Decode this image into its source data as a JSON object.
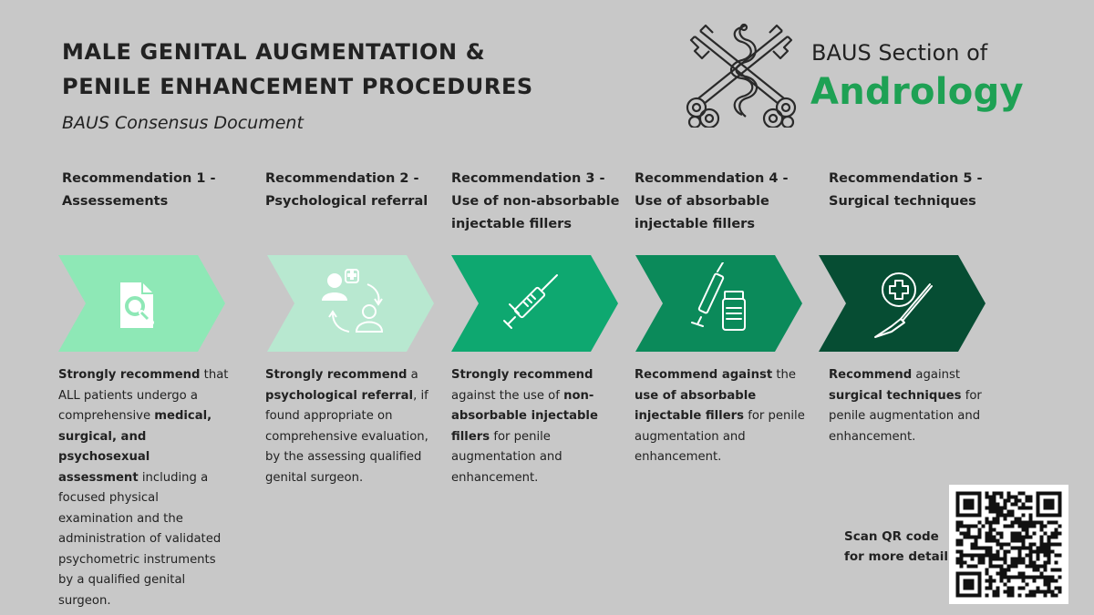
{
  "header": {
    "title_line1": "MALE GENITAL AUGMENTATION &",
    "title_line2": "PENILE ENHANCEMENT PROCEDURES",
    "subtitle": "BAUS Consensus Document"
  },
  "brand": {
    "section_text": "BAUS Section of",
    "name": "Andrology",
    "logo_icon": "crossed-keys-serpent-emblem"
  },
  "recommendations": [
    {
      "heading_lines": [
        "Recommendation 1 -",
        "Assessements"
      ],
      "icon": "document-search-icon",
      "color": "#8ee8b6",
      "body": [
        {
          "t": "Strongly recommend",
          "b": true
        },
        {
          "t": " that ALL patients undergo a comprehensive ",
          "b": false
        },
        {
          "t": "medical, surgical, and psychosexual assessment",
          "b": true
        },
        {
          "t": " including a focused physical examination and the administration of validated psychometric instruments by a qualified genital surgeon.",
          "b": false
        }
      ]
    },
    {
      "heading_lines": [
        "Recommendation 2 -",
        "Psychological referral"
      ],
      "icon": "people-referral-cycle-icon",
      "color": "#b8e8d0",
      "body": [
        {
          "t": "Strongly recommend",
          "b": true
        },
        {
          "t": " a ",
          "b": false
        },
        {
          "t": "psychological referral",
          "b": true
        },
        {
          "t": ", if found appropriate on comprehensive evaluation, by the assessing qualified genital surgeon.",
          "b": false
        }
      ]
    },
    {
      "heading_lines": [
        "Recommendation 3 -",
        "Use of non-absorbable",
        "injectable fillers"
      ],
      "icon": "syringe-icon",
      "color": "#0ea870",
      "body": [
        {
          "t": "Strongly recommend",
          "b": true
        },
        {
          "t": " against the use of ",
          "b": false
        },
        {
          "t": "non-absorbable injectable fillers",
          "b": true
        },
        {
          "t": " for penile augmentation and enhancement.",
          "b": false
        }
      ]
    },
    {
      "heading_lines": [
        "Recommendation 4 -",
        "Use of absorbable",
        "injectable fillers"
      ],
      "icon": "syringe-vial-icon",
      "color": "#0b8a5a",
      "body": [
        {
          "t": "Recommend against",
          "b": true
        },
        {
          "t": " the ",
          "b": false
        },
        {
          "t": "use of absorbable injectable fillers",
          "b": true
        },
        {
          "t": " for penile augmentation and enhancement.",
          "b": false
        }
      ]
    },
    {
      "heading_lines": [
        "Recommendation 5 -",
        "Surgical techniques"
      ],
      "icon": "scalpel-medical-cross-icon",
      "color": "#064d33",
      "body": [
        {
          "t": "Recommend",
          "b": true
        },
        {
          "t": " against ",
          "b": false
        },
        {
          "t": "surgical techniques",
          "b": true
        },
        {
          "t": " for penile augmentation and enhancement.",
          "b": false
        }
      ]
    }
  ],
  "qr": {
    "label_line1": "Scan QR code",
    "label_line2": "for more detail:",
    "icon": "qr-code"
  }
}
